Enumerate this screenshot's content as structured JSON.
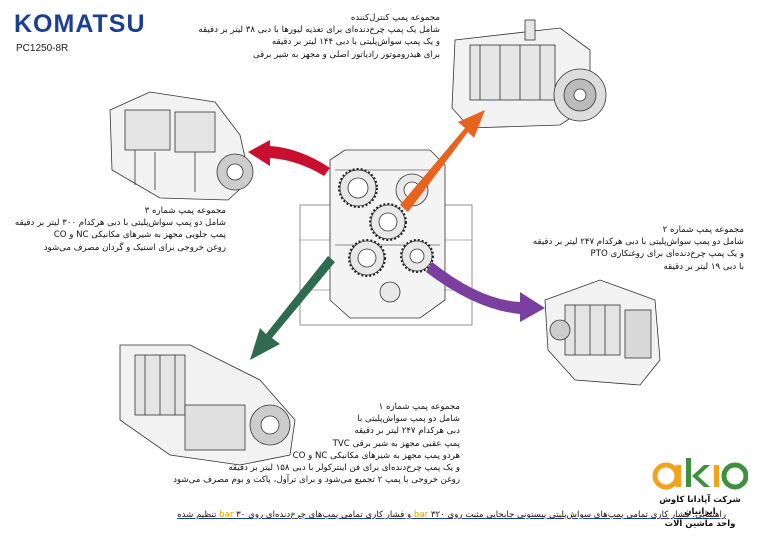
{
  "header": {
    "brand": "KOMATSU",
    "model": "PC1250-8R"
  },
  "labels": {
    "control_pump": [
      "مجموعه پمپ کنترل‌کننده",
      "شامل یک پمپ چرخ‌دنده‌ای برای تغذیه لیورها با دبی ۳۸ لیتر بر دقیقه",
      "و یک پمپ سواش‌پلیتی با دبی ۱۴۴ لیتر بر دقیقه",
      "برای هیدروموتور رادیاتور اصلی و مجهز به شیر برقی"
    ],
    "pump3": [
      "مجموعه پمپ شماره ۳",
      "شامل دو پمپ سواش‌پلیتی با دبی هرکدام ۳۰۰ لیتر بر دقیقه",
      "پمپ جلویی مجهز به شیرهای مکانیکی NC و CO",
      "روغن خروجی برای استیک و گردان مصرف می‌شود"
    ],
    "pump2": [
      "مجموعه پمپ شماره ۲",
      "شامل دو پمپ سواش‌پلیتی با دبی هرکدام ۲۴۷ لیتر بر دقیقه",
      "و یک پمپ چرخ‌دنده‌ای برای روغنکاری PTO",
      "با دبی ۱۹ لیتر بر دقیقه"
    ],
    "pump1": [
      "مجموعه پمپ شماره ۱",
      "شامل دو پمپ سواش‌پلیتی با",
      "دبی هرکدام ۲۴۷ لیتر بر دقیقه",
      "پمپ عقبی مجهز به شیر برقی TVC",
      "هردو پمپ مجهز به شیرهای مکانیکی NC و CO",
      "و یک پمپ چرخ‌دنده‌ای برای فن اینترکولر با دبی ۱۵۸ لیتر بر دقیقه",
      "روغن خروجی با پمپ ۲ تجمیع می‌شود و برای ترآول، پاکت و بوم مصرف می‌شود"
    ]
  },
  "footer": {
    "prefix": "راهنمایی: فشار کاری تمامی پمپ‌های سواش‌پلیتی پیستونی جابجایی مثبت روی ۳۲۰",
    "unit1": "bar",
    "middle": "و فشار کاری تمامی پمپ‌های چرخ‌دنده‌ای روی ۳۰",
    "unit2": "bar",
    "suffix": "تنظیم شده"
  },
  "logo": {
    "mark": "akio",
    "company": "شرکت آپادانا کاوش ایرانیان",
    "division": "واحد ماشین آلات"
  },
  "colors": {
    "brand_blue": "#1c3f95",
    "arrow_red": "#c8102e",
    "arrow_orange": "#e8641e",
    "arrow_purple": "#7b3fa0",
    "arrow_green": "#2e6b4f",
    "logo_orange": "#f2a21b",
    "logo_green": "#3e8f3e"
  }
}
